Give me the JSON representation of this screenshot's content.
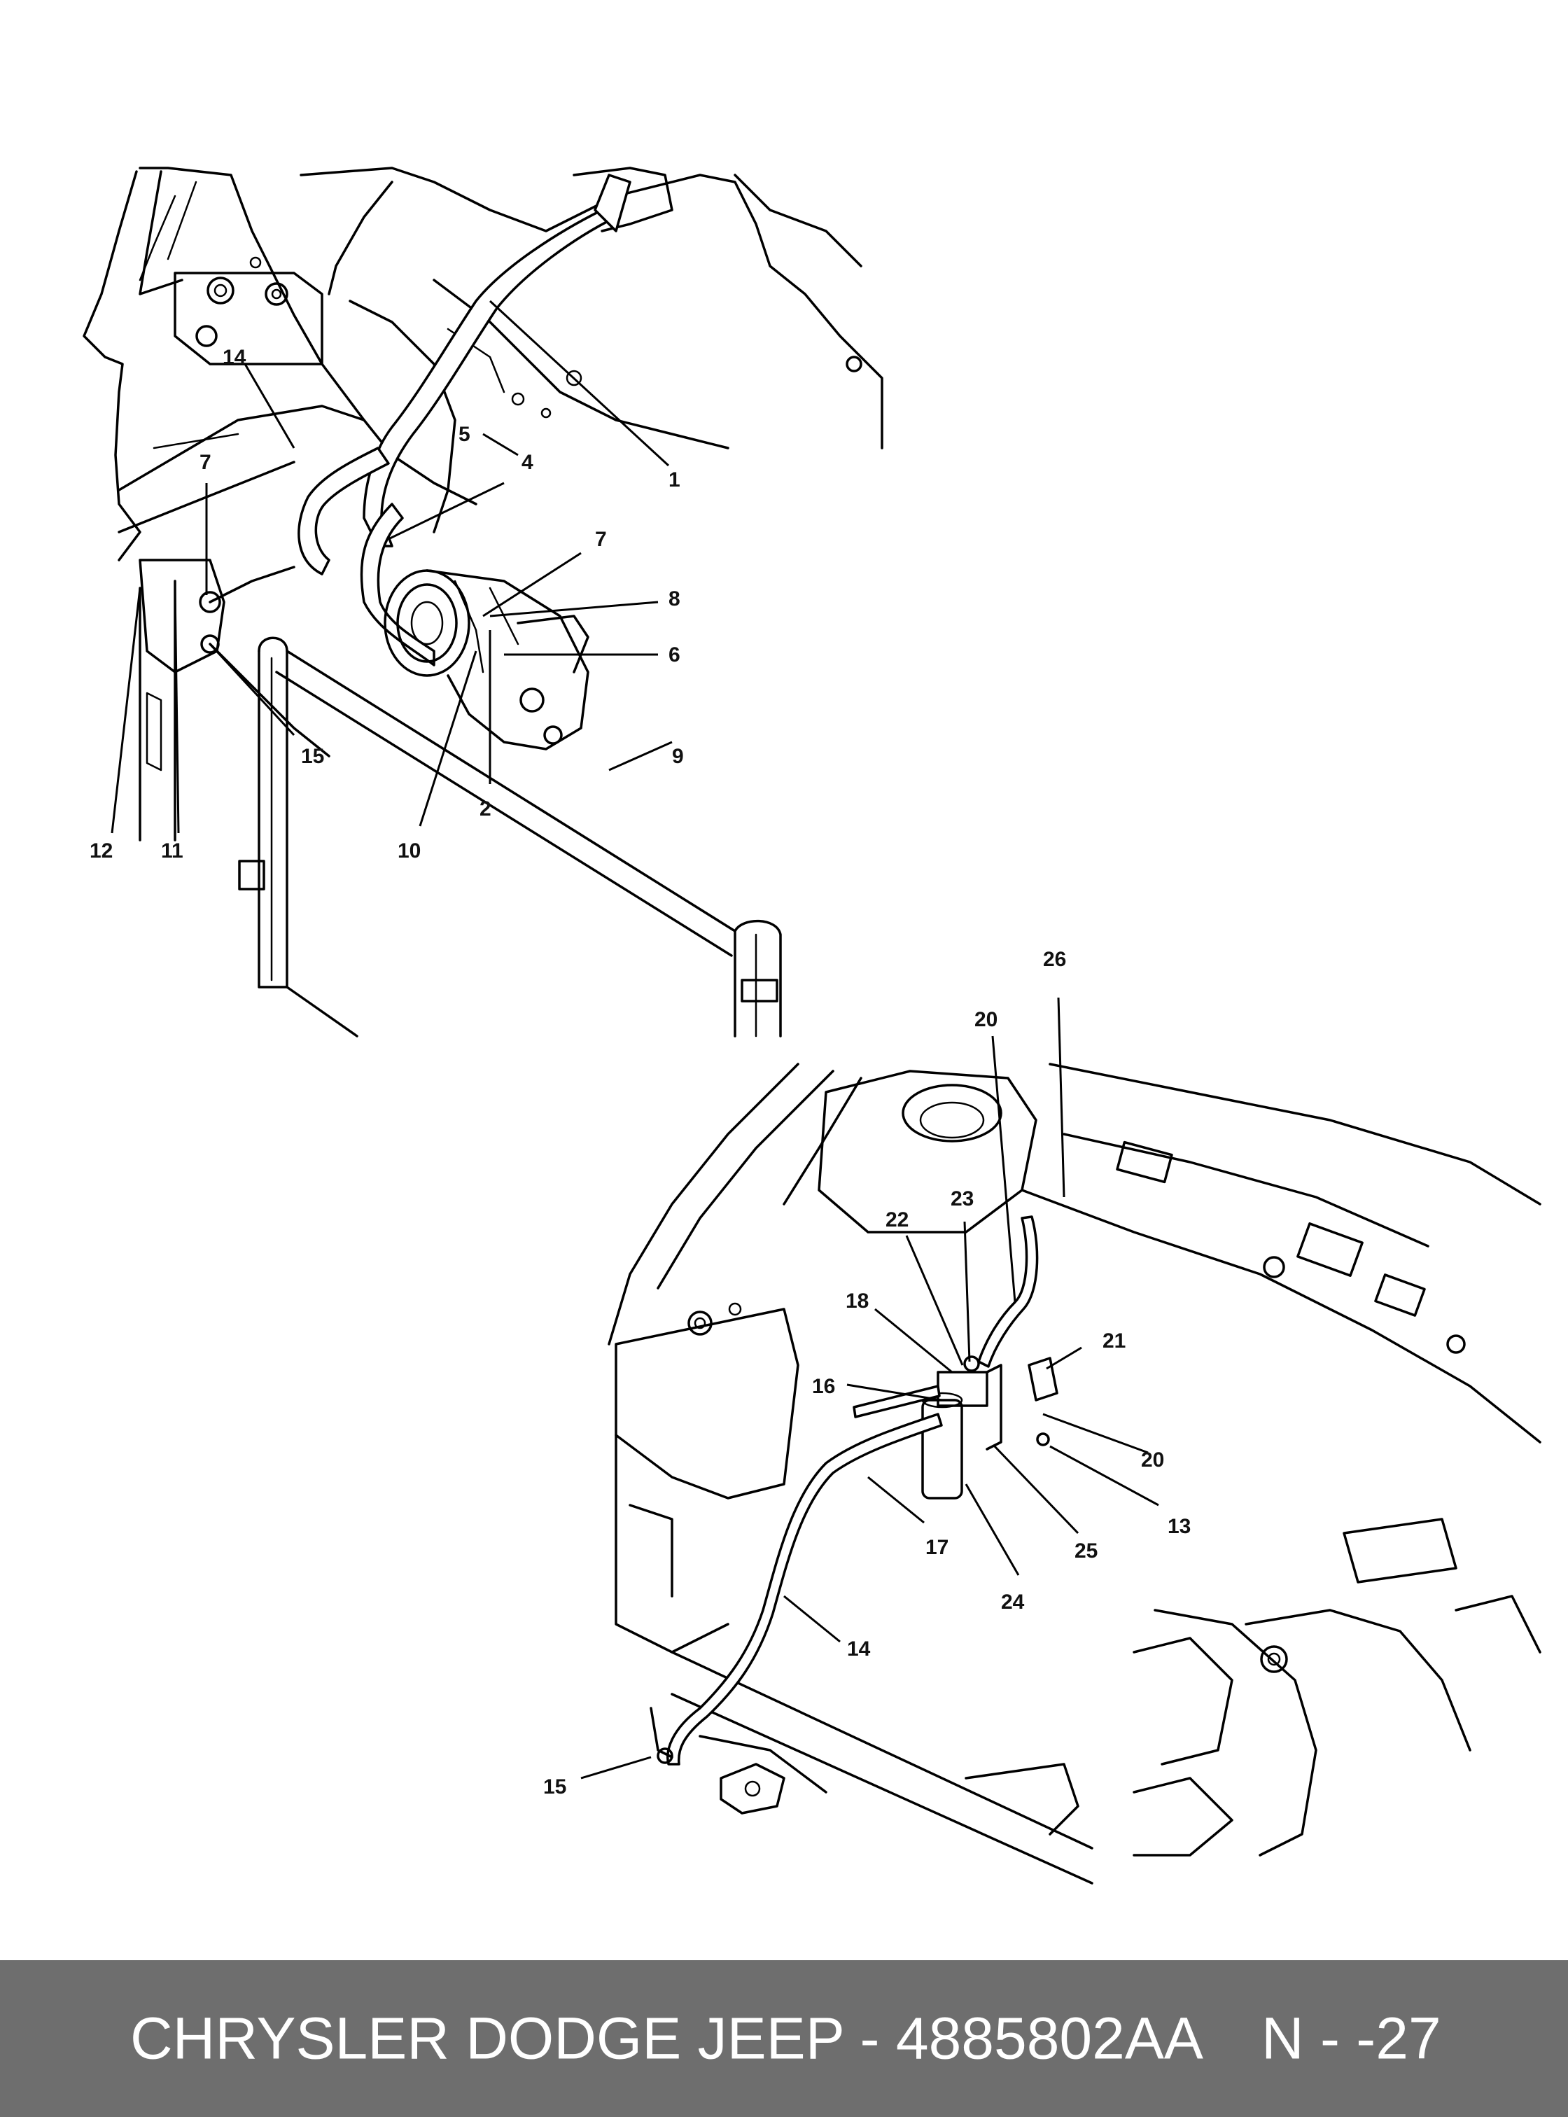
{
  "callouts_top": {
    "c1": "1",
    "c2": "2",
    "c4": "4",
    "c5": "5",
    "c6": "6",
    "c7a": "7",
    "c7b": "7",
    "c8": "8",
    "c9": "9",
    "c10": "10",
    "c11": "11",
    "c12": "12",
    "c14": "14",
    "c15": "15"
  },
  "callouts_bottom": {
    "c13": "13",
    "c14": "14",
    "c15": "15",
    "c16": "16",
    "c17": "17",
    "c18": "18",
    "c20a": "20",
    "c20b": "20",
    "c21": "21",
    "c22": "22",
    "c23": "23",
    "c24": "24",
    "c25": "25",
    "c26": "26"
  },
  "footer": {
    "brand_part": "CHRYSLER DODGE JEEP - 4885802AA",
    "page_code": "N - -27"
  },
  "colors": {
    "footer_bg": "#6e6e6e",
    "footer_text": "#ffffff",
    "line": "#000000"
  }
}
